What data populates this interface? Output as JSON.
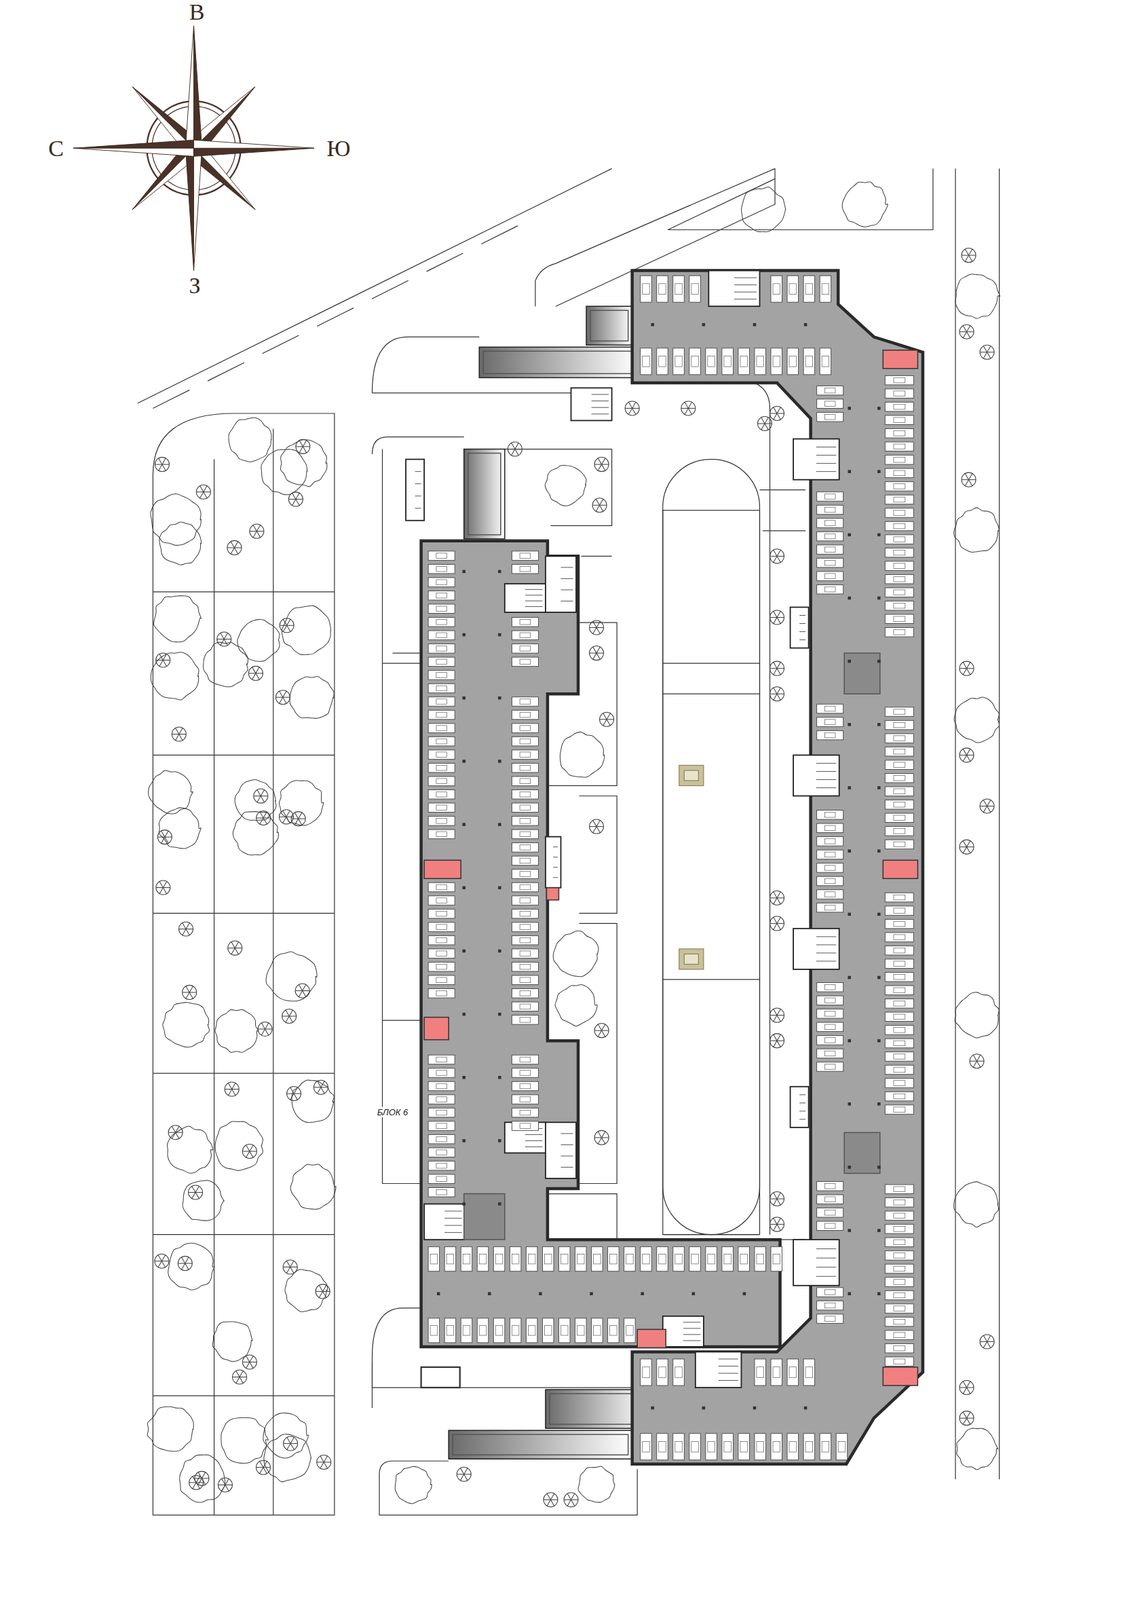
{
  "diagram": {
    "labels": [
      "В",
      "С",
      "Ю",
      "З",
      "БЛОК 6"
    ]
  }
}
